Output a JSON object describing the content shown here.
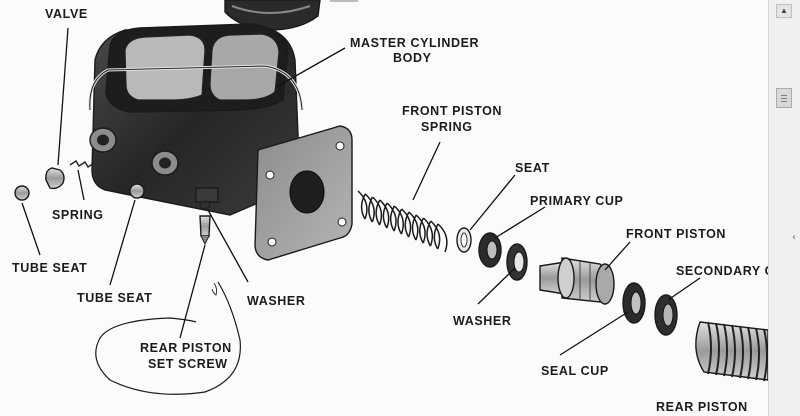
{
  "labels": {
    "valve": "VALVE",
    "master_cylinder_body_1": "MASTER CYLINDER",
    "master_cylinder_body_2": "BODY",
    "front_piston_spring_1": "FRONT PISTON",
    "front_piston_spring_2": "SPRING",
    "seat": "SEAT",
    "primary_cup": "PRIMARY CUP",
    "front_piston": "FRONT PISTON",
    "secondary_cup": "SECONDARY C",
    "spring": "SPRING",
    "tube_seat_left": "TUBE SEAT",
    "tube_seat_mid": "TUBE SEAT",
    "washer_left": "WASHER",
    "washer_right": "WASHER",
    "rear_piston_set_screw_1": "REAR PISTON",
    "rear_piston_set_screw_2": "SET SCREW",
    "seal_cup": "SEAL CUP",
    "rear_piston": "REAR PISTON"
  },
  "icons": {
    "scroll_up": "▲",
    "side_chevron": "‹"
  },
  "colors": {
    "ink": "#1c1c1c",
    "paper": "#fbfbfa",
    "metal_dark": "#2e2e2e",
    "metal_mid": "#6b6b6b",
    "metal_light": "#c9c9c9"
  }
}
